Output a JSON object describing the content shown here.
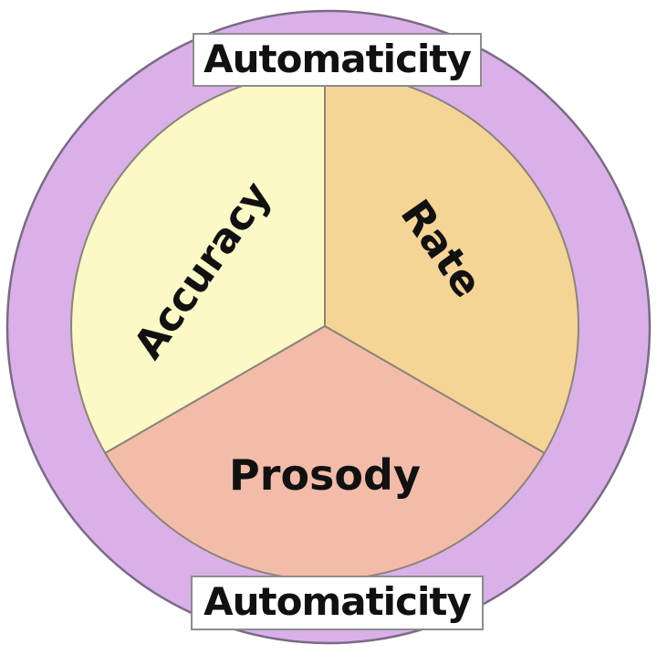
{
  "diagram": {
    "name": "fluency-components-diagram",
    "ring": {
      "label_top": "Automaticity",
      "label_bottom": "Automaticity",
      "color": "#D9B1E8",
      "border_color": "#7a6a85"
    },
    "segments": [
      {
        "id": "accuracy",
        "label": "Accuracy",
        "color": "#FBF9C6"
      },
      {
        "id": "rate",
        "label": "Rate",
        "color": "#F5D595"
      },
      {
        "id": "prosody",
        "label": "Prosody",
        "color": "#F3BCA9"
      }
    ],
    "colors": {
      "background": "#ffffff",
      "text": "#111111",
      "divider": "#8a8478",
      "label_box_background": "#ffffff",
      "label_box_border": "#8c8c8c"
    }
  }
}
